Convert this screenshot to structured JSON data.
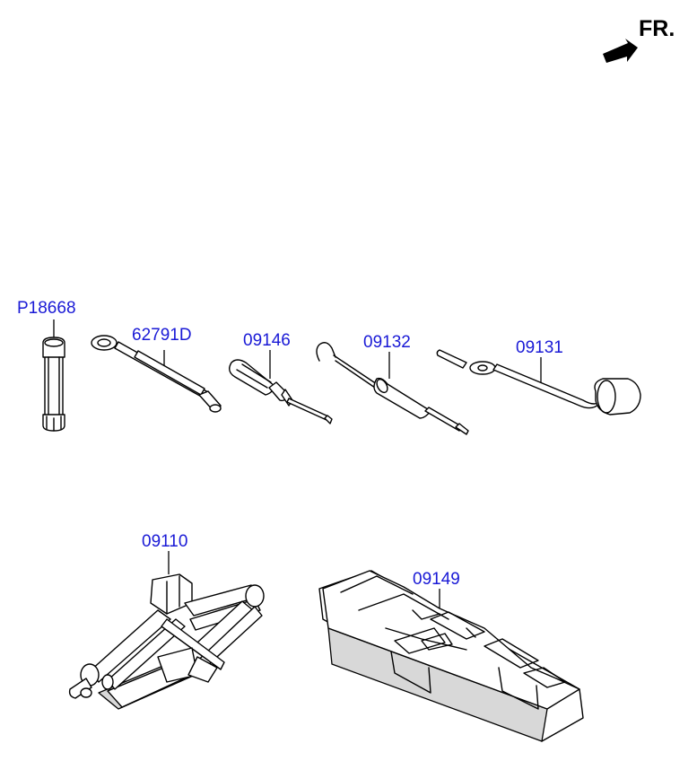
{
  "direction": {
    "text": "FR."
  },
  "parts": {
    "p18668": "P18668",
    "p62791d": "62791D",
    "p09146": "09146",
    "p09132": "09132",
    "p09131": "09131",
    "p09110": "09110",
    "p09149": "09149"
  },
  "colors": {
    "label": "#1a1ad6",
    "line": "#000000"
  }
}
